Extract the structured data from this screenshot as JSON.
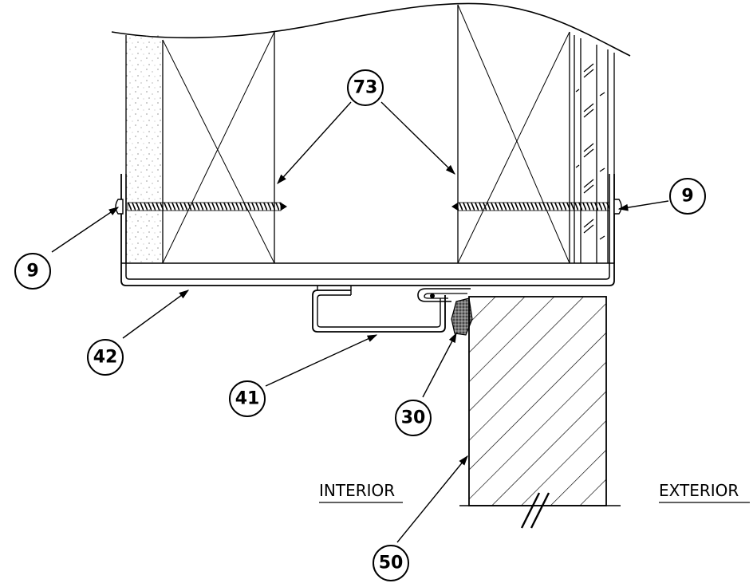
{
  "callouts": {
    "c73": "73",
    "c9_left": "9",
    "c9_right": "9",
    "c42": "42",
    "c41": "41",
    "c30": "30",
    "c50": "50"
  },
  "labels": {
    "interior": "INTERIOR",
    "exterior": "EXTERIOR"
  }
}
